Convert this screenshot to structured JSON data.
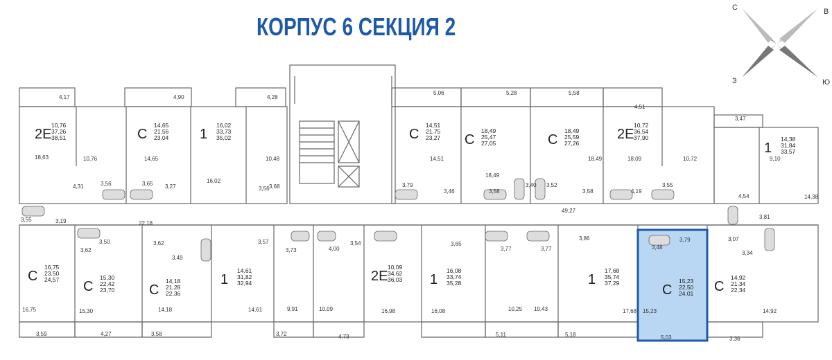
{
  "title": "КОРПУС 6  СЕКЦИЯ 2",
  "colors": {
    "title": "#1f5aa6",
    "highlight_fill": "#b9d7f2",
    "highlight_stroke": "#1f5aa6",
    "walls": "#555555"
  },
  "compass": {
    "n": "С",
    "e": "В",
    "s": "Ю",
    "w": "З"
  },
  "apartments": [
    {
      "id": "a1",
      "type": "2Е",
      "l1": "10,76",
      "l2": "37,26",
      "l3": "38,51"
    },
    {
      "id": "a2",
      "type": "С",
      "l1": "14,65",
      "l2": "21,56",
      "l3": "23,04"
    },
    {
      "id": "a3",
      "type": "1",
      "l1": "16,02",
      "l2": "33,73",
      "l3": "35,02"
    },
    {
      "id": "a4",
      "type": "С",
      "l1": "14,51",
      "l2": "21,75",
      "l3": "23,27"
    },
    {
      "id": "a5",
      "type": "С",
      "l1": "18,49",
      "l2": "25,47",
      "l3": "27,05"
    },
    {
      "id": "a6",
      "type": "С",
      "l1": "18,49",
      "l2": "25,59",
      "l3": "27,26"
    },
    {
      "id": "a7",
      "type": "2Е",
      "l1": "10,72",
      "l2": "36,54",
      "l3": "37,90"
    },
    {
      "id": "a8",
      "type": "1",
      "l1": "14,38",
      "l2": "31,84",
      "l3": "33,57"
    },
    {
      "id": "a9",
      "type": "С",
      "l1": "16,75",
      "l2": "23,50",
      "l3": "24,57"
    },
    {
      "id": "a10",
      "type": "С",
      "l1": "15,30",
      "l2": "22,42",
      "l3": "23,70"
    },
    {
      "id": "a11",
      "type": "С",
      "l1": "14,18",
      "l2": "21,28",
      "l3": "22,36"
    },
    {
      "id": "a12",
      "type": "1",
      "l1": "14,61",
      "l2": "31,82",
      "l3": "32,94"
    },
    {
      "id": "a13",
      "type": "2Е",
      "l1": "10,09",
      "l2": "34,62",
      "l3": "36,03"
    },
    {
      "id": "a14",
      "type": "1",
      "l1": "16,08",
      "l2": "33,74",
      "l3": "35,28"
    },
    {
      "id": "a15",
      "type": "1",
      "l1": "17,68",
      "l2": "35,74",
      "l3": "37,29"
    },
    {
      "id": "a16",
      "type": "С",
      "l1": "15,23",
      "l2": "22,50",
      "l3": "24,01"
    },
    {
      "id": "a17",
      "type": "С",
      "l1": "14,92",
      "l2": "21,34",
      "l3": "22,34"
    }
  ],
  "labels": [
    "4,17",
    "4,90",
    "4,28",
    "5,06",
    "5,28",
    "5,58",
    "4,51",
    "3,47",
    "18,63",
    "10,76",
    "14,65",
    "16,02",
    "10,48",
    "14,51",
    "18,49",
    "18,49",
    "18,09",
    "10,72",
    "9,10",
    "14,38",
    "4,31",
    "3,56",
    "3,65",
    "3,27",
    "3,56",
    "3,68",
    "3,79",
    "3,46",
    "3,58",
    "3,40",
    "3,52",
    "3,58",
    "4,19",
    "3,55",
    "4,54",
    "49,27",
    "3,81",
    "3,55",
    "3,19",
    "22,18",
    "3,62",
    "3,50",
    "3,62",
    "3,57",
    "3,73",
    "4,00",
    "3,54",
    "3,65",
    "3,77",
    "3,77",
    "3,86",
    "3,48",
    "3,79",
    "3,07",
    "3,49",
    "3,34",
    "16,75",
    "15,30",
    "14,18",
    "14,61",
    "9,91",
    "10,09",
    "16,98",
    "16,08",
    "10,25",
    "10,43",
    "17,68",
    "15,23",
    "14,92",
    "3,59",
    "4,27",
    "3,58",
    "3,72",
    "4,73",
    "5,11",
    "5,18",
    "5,03",
    "3,36"
  ]
}
